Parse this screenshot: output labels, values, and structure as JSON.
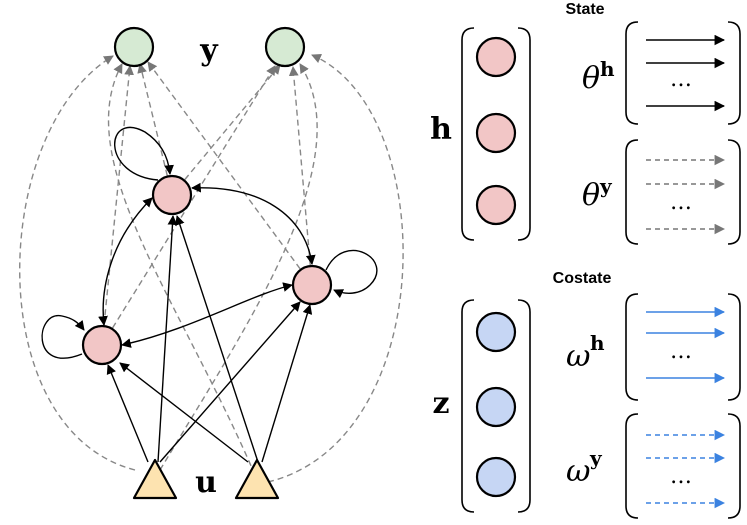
{
  "network": {
    "output_label": "y",
    "input_label": "u"
  },
  "state": {
    "heading": "State",
    "vector_label": "h",
    "param_h": {
      "symbol": "θ",
      "superscript": "h",
      "ellipsis": "…"
    },
    "param_y": {
      "symbol": "θ",
      "superscript": "y",
      "ellipsis": "…"
    }
  },
  "costate": {
    "heading": "Costate",
    "vector_label": "z",
    "param_h": {
      "symbol": "ω",
      "superscript": "h",
      "ellipsis": "…"
    },
    "param_y": {
      "symbol": "ω",
      "superscript": "y",
      "ellipsis": "…"
    }
  },
  "colors": {
    "output_node": "#d6ead3",
    "hidden_node": "#f2c6c6",
    "input_node": "#fde3b0",
    "costate_node": "#c6d6f4",
    "dashed_gray": "#888888",
    "costate_blue": "#3b82e0"
  }
}
